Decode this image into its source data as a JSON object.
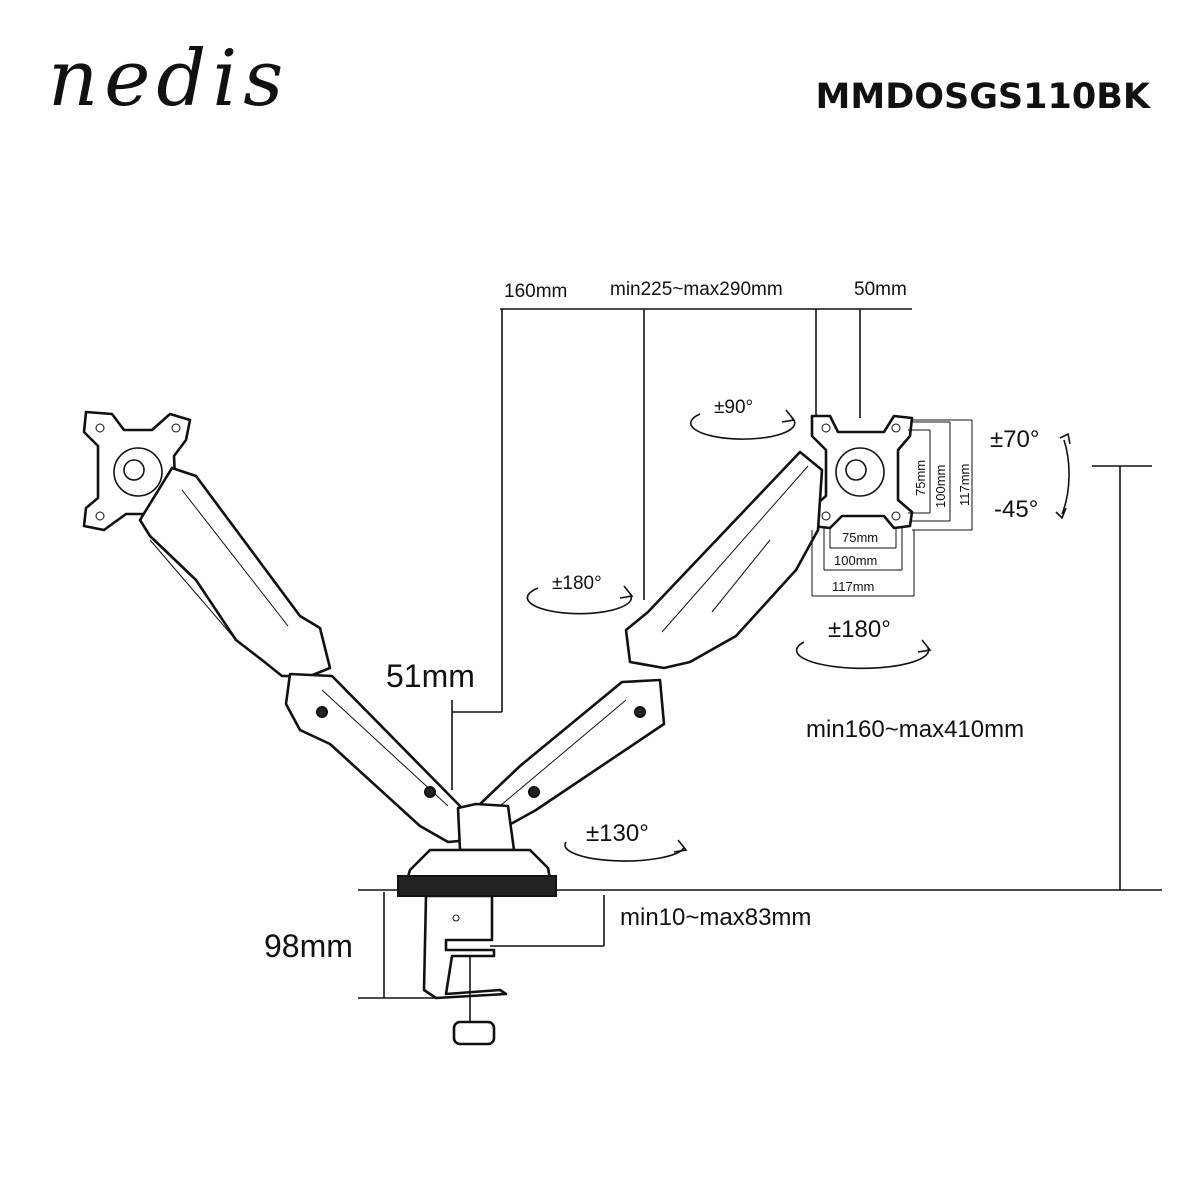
{
  "brand": {
    "logo_text": "nedis",
    "model": "MMDOSGS110BK"
  },
  "dimensions": {
    "arm_offset": "160mm",
    "arm_length": "min225~max290mm",
    "head_offset": "50mm",
    "pole_gap": "51mm",
    "height_range": "min160~max410mm",
    "clamp_height": "98mm",
    "desk_thickness": "min10~max83mm"
  },
  "rotations": {
    "swivel_top": "±90°",
    "elbow_swivel": "±180°",
    "head_swivel": "±180°",
    "base_swivel": "±130°",
    "tilt_up": "±70°",
    "tilt_down": "-45°"
  },
  "vesa": {
    "v75": "75mm",
    "v100": "100mm",
    "v117": "117mm",
    "h75": "75mm",
    "h100": "100mm",
    "h117": "117mm"
  },
  "colors": {
    "line": "#111111",
    "background": "#ffffff"
  },
  "icons": [
    "rotation-arrow-icon",
    "tilt-arrow-icon",
    "vesa-plate-icon",
    "desk-clamp-icon"
  ]
}
